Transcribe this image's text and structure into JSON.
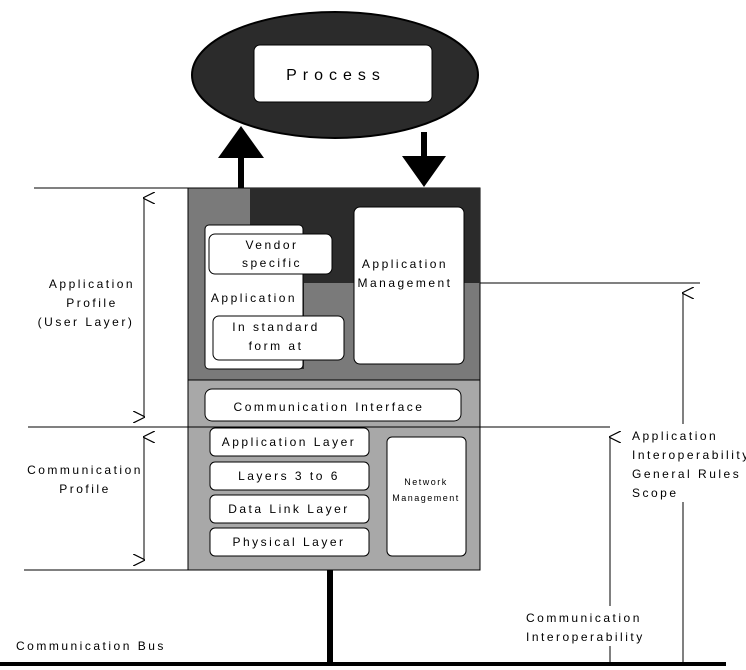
{
  "process": {
    "label": "Process"
  },
  "application_profile": {
    "line1": "Application",
    "line2": "Profile",
    "line3": "(User Layer)"
  },
  "communication_profile": {
    "line1": "Communication",
    "line2": "Profile"
  },
  "vendor_specific": {
    "line1": "Vendor",
    "line2": "specific"
  },
  "application": {
    "label": "Application"
  },
  "in_standard_format": {
    "line1": "In standard",
    "line2": "form at"
  },
  "application_management": {
    "line1": "Application",
    "line2": "Management"
  },
  "communication_interface": {
    "label": "Communication Interface"
  },
  "layers": {
    "application_layer": "Application Layer",
    "layers_3_to_6": "Layers 3 to 6",
    "data_link_layer": "Data Link Layer",
    "physical_layer": "Physical Layer"
  },
  "network_management": {
    "line1": "Network",
    "line2": "Management"
  },
  "app_interop": {
    "line1": "Application",
    "line2": "Interoperability",
    "line3": "General Rules",
    "line4": "Scope"
  },
  "comm_interop": {
    "line1": "Communication",
    "line2": "Interoperability"
  },
  "communication_bus": {
    "label": "Communication Bus"
  },
  "colors": {
    "dark_fill": "#2b2b2b",
    "mid_gray": "#7a7a7a",
    "light_gray": "#a8a8a8",
    "white": "#ffffff",
    "black": "#000000"
  }
}
